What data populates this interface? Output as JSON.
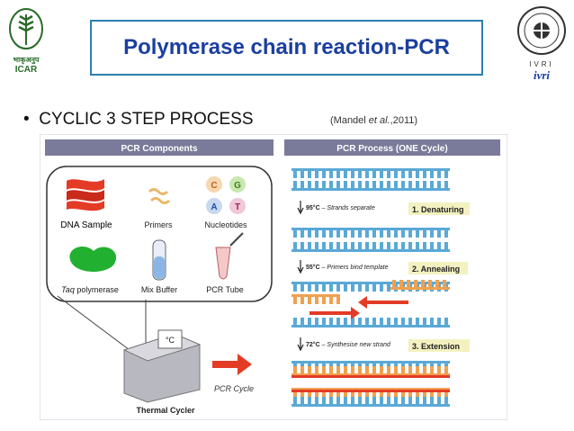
{
  "header": {
    "title": "Polymerase chain reaction-PCR",
    "left_logo": {
      "script_text": "भाकृअनुप",
      "text": "ICAR"
    },
    "right_logo": {
      "text": "IVRI",
      "sub": "ivri"
    }
  },
  "bullet": {
    "text": "CYCLIC 3 STEP PROCESS"
  },
  "citation": {
    "prefix": "(Mandel ",
    "etal": "et al.",
    "suffix": ",2011)"
  },
  "figure": {
    "components_title": "PCR Components",
    "process_title": "PCR Process  (ONE Cycle)",
    "components": {
      "dna": "DNA Sample",
      "primers": "Primers",
      "nucleotides": "Nucleotides",
      "taq_italic": "Taq",
      "taq_rest": " polymerase",
      "buffer": "Mix Buffer",
      "tube": "PCR Tube"
    },
    "nucleotide_letters": [
      "C",
      "G",
      "A",
      "T"
    ],
    "thermal_cycler": "Thermal Cycler",
    "cycler_display": "°C",
    "pcr_cycle": "PCR Cycle",
    "steps": [
      {
        "temp": "95°C",
        "desc": " – Strands separate",
        "label": "1. Denaturing"
      },
      {
        "temp": "55°C",
        "desc": " – Primers bind template",
        "label": "2. Annealing"
      },
      {
        "temp": "72°C",
        "desc": " – Synthesise new strand",
        "label": "3. Extension"
      }
    ]
  },
  "colors": {
    "title": "#1b3fa0",
    "panel_header": "#7a7a9a",
    "strand_blue": "#5aa9d6",
    "primer_orange": "#f0a050",
    "arrow_red": "#e43b26",
    "label_bg": "#f3f1c0"
  }
}
